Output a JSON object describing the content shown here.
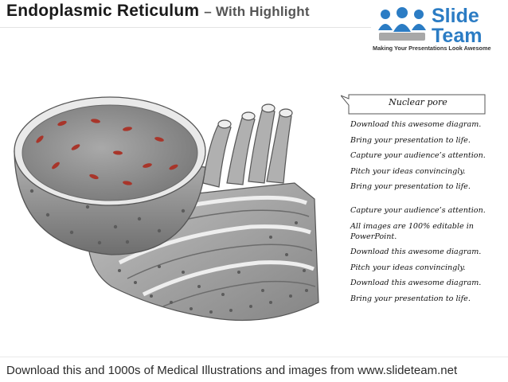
{
  "header": {
    "title": "Endoplasmic Reticulum",
    "subtitle": "– With Highlight"
  },
  "logo": {
    "word1": "Slide",
    "word2": "Team",
    "tagline": "Making Your Presentations Look Awesome"
  },
  "callout": {
    "label": "Nuclear pore"
  },
  "bullets": [
    "Download this awesome diagram.",
    "Bring your presentation to life.",
    "Capture your audience’s attention.",
    "Pitch your ideas convincingly.",
    "Bring your presentation to life.",
    "Capture your audience’s attention.",
    "All images are 100% editable in PowerPoint.",
    "Download this awesome diagram.",
    "Pitch your ideas convincingly.",
    "Download this awesome diagram.",
    "Bring your presentation to life."
  ],
  "footer": {
    "text": "Download this and 1000s of Medical Illustrations and images from www.slideteam.net"
  },
  "colors": {
    "brand_blue": "#2b7cc4",
    "organelle_gray": "#8e8e8e",
    "pore_red": "#a8352a"
  }
}
